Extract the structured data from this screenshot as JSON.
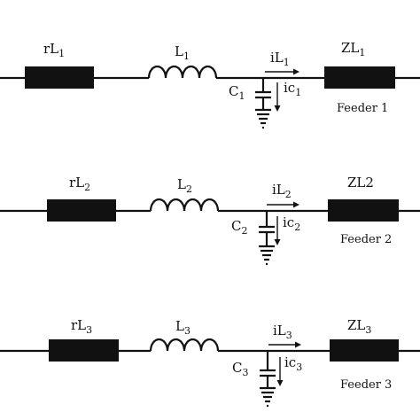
{
  "feeders": [
    {
      "r_label": "rL",
      "r_sub": "1",
      "l_label": "L",
      "l_sub": "1",
      "c_label": "C",
      "c_sub": "1",
      "il_label": "iL",
      "il_sub": "1",
      "ic_label": "ic",
      "ic_sub": "1",
      "z_label": "ZL",
      "z_sub": "1",
      "feeder_name": "Feeder 1"
    },
    {
      "r_label": "rL",
      "r_sub": "2",
      "l_label": "L",
      "l_sub": "2",
      "c_label": "C",
      "c_sub": "2",
      "il_label": "iL",
      "il_sub": "2",
      "ic_label": "ic",
      "ic_sub": "2",
      "z_label": "ZL2",
      "z_sub": "",
      "feeder_name": "Feeder 2"
    },
    {
      "r_label": "rL",
      "r_sub": "3",
      "l_label": "L",
      "l_sub": "3",
      "c_label": "C",
      "c_sub": "3",
      "il_label": "iL",
      "il_sub": "3",
      "ic_label": "ic",
      "ic_sub": "3",
      "z_label": "ZL",
      "z_sub": "3",
      "feeder_name": "Feeder 3"
    }
  ]
}
